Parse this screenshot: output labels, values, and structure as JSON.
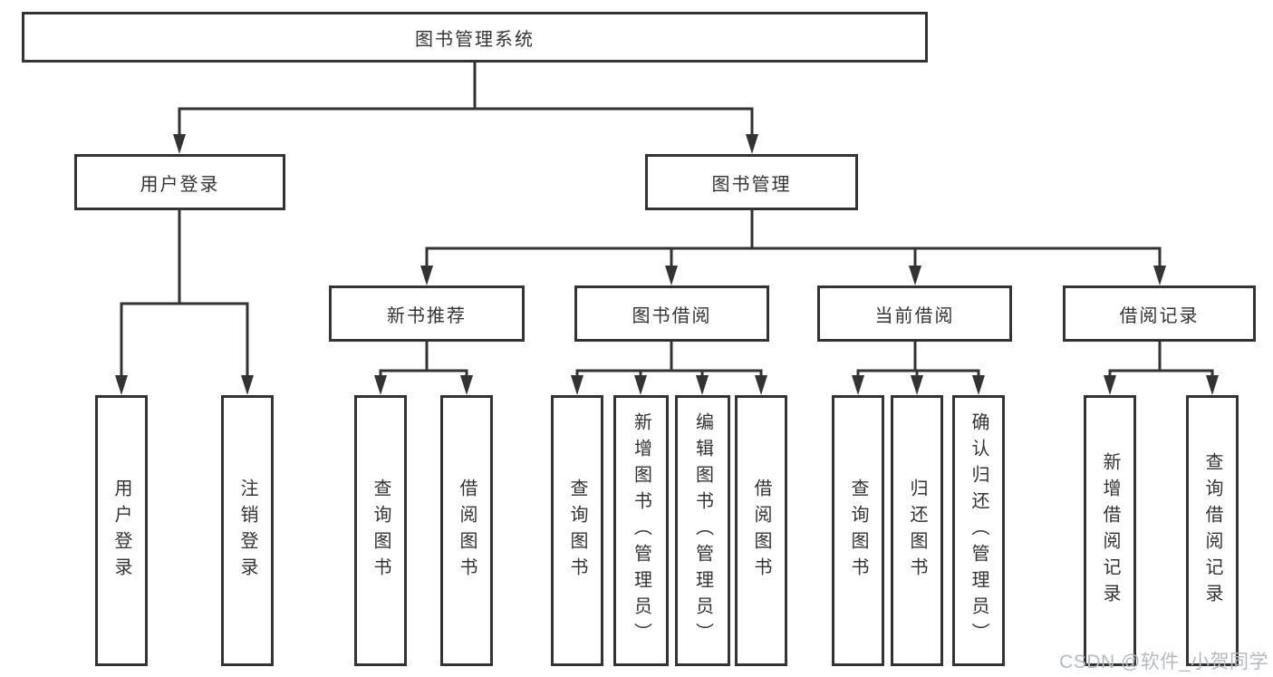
{
  "diagram_title": "图书管理系统",
  "nodes": {
    "root": "图书管理系统",
    "user_login": "用户登录",
    "book_management": "图书管理",
    "new_book_recommend": "新书推荐",
    "book_borrowing": "图书借阅",
    "current_borrowing": "当前借阅",
    "borrowing_records": "借阅记录"
  },
  "leaves": {
    "user_login_leaf": "用户登录",
    "logout": "注销登录",
    "recommend_query_books": "查询图书",
    "recommend_borrow_books": "借阅图书",
    "borrowing_query_books": "查询图书",
    "borrowing_add_books": "新增图书（管理员）",
    "borrowing_edit_books": "编辑图书（管理员）",
    "borrowing_borrow_books": "借阅图书",
    "current_query_books": "查询图书",
    "current_return_books": "归还图书",
    "current_confirm_return": "确认归还（管理员）",
    "records_add_record": "新增借阅记录",
    "records_query_record": "查询借阅记录"
  },
  "hierarchy": {
    "图书管理系统": {
      "用户登录": [
        "用户登录",
        "注销登录"
      ],
      "图书管理": {
        "新书推荐": [
          "查询图书",
          "借阅图书"
        ],
        "图书借阅": [
          "查询图书",
          "新增图书（管理员）",
          "编辑图书（管理员）",
          "借阅图书"
        ],
        "当前借阅": [
          "查询图书",
          "归还图书",
          "确认归还（管理员）"
        ],
        "借阅记录": [
          "新增借阅记录",
          "查询借阅记录"
        ]
      }
    }
  },
  "watermark": "CSDN @软件_小贺同学",
  "colors": {
    "line": "#333333",
    "text": "#333333",
    "watermark_color": "#b6babe",
    "background": "#ffffff"
  }
}
